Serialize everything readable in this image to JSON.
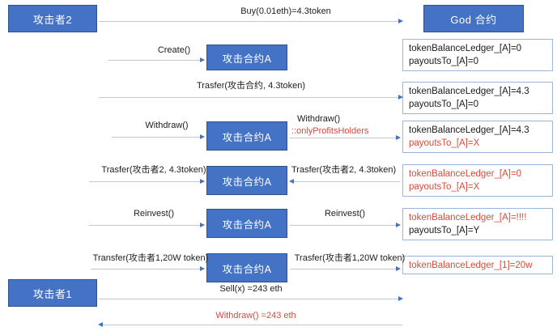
{
  "meta": {
    "title": "攻击合约A 重入攻击流程图",
    "colors": {
      "node_fill": "#4472C4",
      "node_border": "#2F528F",
      "state_border": "#9DB7D9",
      "arrow_line": "#BFC9D9",
      "arrow_head": "#4472C4",
      "red": "#D94A3D",
      "text": "#202020",
      "background": "#FFFFFF"
    }
  },
  "nodes": {
    "attacker2": "攻击者2",
    "attacker1": "攻击者1",
    "god": "God 合约",
    "contract_a": "攻击合约A"
  },
  "messages": {
    "buy": "Buy(0.01eth)=4.3token",
    "create": "Create()",
    "transfer_contract": "Trasfer(攻击合约, 4.3token)",
    "withdraw_left": "Withdraw()",
    "withdraw_right_line1": "Withdraw()",
    "withdraw_right_line2": "::onlyProfitsHolders",
    "transfer_attacker2_left": "Trasfer(攻击者2, 4.3token)",
    "transfer_attacker2_right": "Trasfer(攻击者2, 4.3token)",
    "reinvest_left": "Reinvest()",
    "reinvest_right": "Reinvest()",
    "transfer_attacker1_left": "Transfer(攻击者1,20W token)",
    "transfer_attacker1_right": "Trasfer(攻击者1,20W token)",
    "sell": "Sell(x) =243 eth",
    "withdraw_final": "Withdraw() =243 eth"
  },
  "states": [
    {
      "id": "state-1",
      "line1": "tokenBalanceLedger_[A]=0",
      "line1_red": false,
      "line2": "payoutsTo_[A]=0",
      "line2_red": false
    },
    {
      "id": "state-2",
      "line1": "tokenBalanceLedger_[A]=4.3",
      "line1_red": false,
      "line2": "payoutsTo_[A]=0",
      "line2_red": false
    },
    {
      "id": "state-3",
      "line1": "tokenBalanceLedger_[A]=4.3",
      "line1_red": false,
      "line2": "payoutsTo_[A]=X",
      "line2_red": true
    },
    {
      "id": "state-4",
      "line1": "tokenBalanceLedger_[A]=0",
      "line1_red": true,
      "line2": "payoutsTo_[A]=X",
      "line2_red": true
    },
    {
      "id": "state-5",
      "line1": "tokenBalanceLedger_[A]=!!!!",
      "line1_red": true,
      "line2": "payoutsTo_[A]=Y",
      "line2_red": false
    },
    {
      "id": "state-6",
      "line1": "tokenBalanceLedger_[1]=20w",
      "line1_red": true,
      "line2": "",
      "line2_red": false
    }
  ]
}
